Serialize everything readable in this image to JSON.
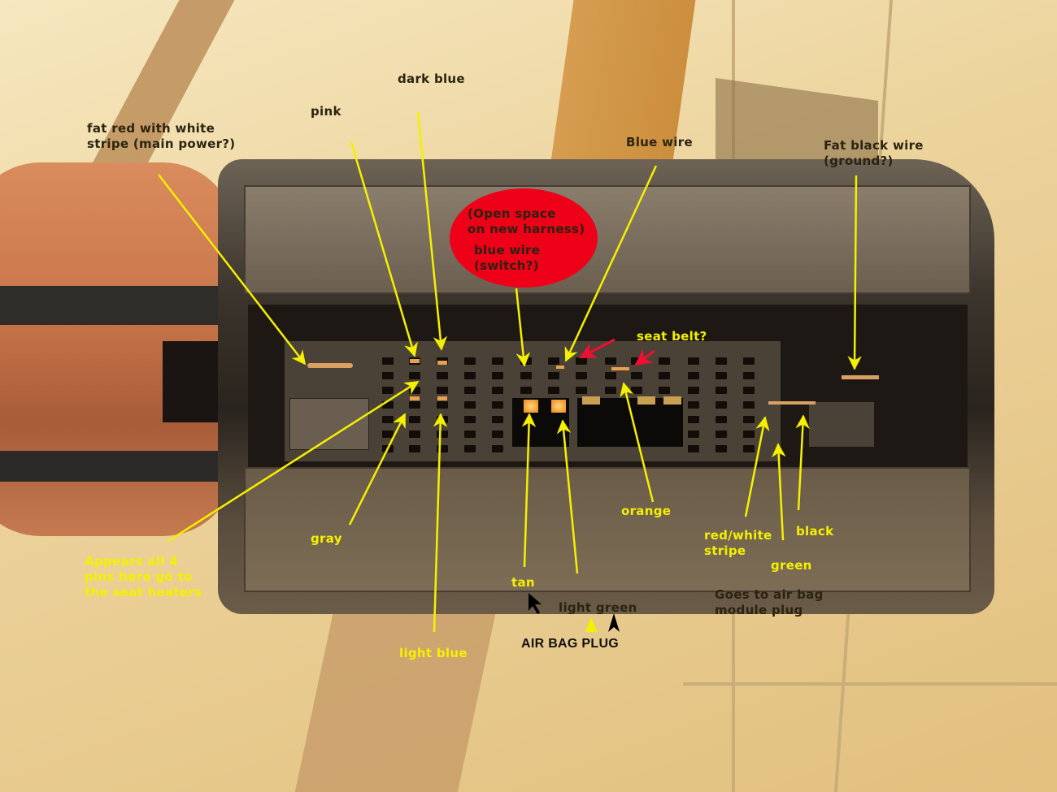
{
  "image": {
    "subject": "photo-of-wiring-connector-with-annotations",
    "description": "Hand holding a black automotive wiring harness connector over a tiled floor; pins are annotated with yellow arrows and wire-color labels."
  },
  "colors": {
    "annotation_yellow": "#f5f000",
    "annotation_dark": "#2a2410",
    "highlight_red": "#ee0018",
    "arrow_red": "#ee1030",
    "arrow_black": "#000000"
  },
  "labels": {
    "fat_red": "fat red with white\nstripe (main power?)",
    "pink": "pink",
    "dark_blue": "dark blue",
    "blue_wire": "Blue wire",
    "fat_black": "Fat black wire\n(ground?)",
    "open_space": "(Open space\non new harness)",
    "blue_switch": "blue wire\n(switch?)",
    "seat_belt": "seat belt?",
    "gray": "gray",
    "seat_heaters": "Appears all 4\npins here go to\nthe seat heaters",
    "light_blue": "light blue",
    "tan": "tan",
    "light_green": "light green",
    "air_bag_plug": "AIR BAG PLUG",
    "orange": "orange",
    "red_white_stripe": "red/white\nstripe",
    "green": "green",
    "black": "black",
    "air_bag_module": "Goes to air bag\nmodule plug"
  }
}
